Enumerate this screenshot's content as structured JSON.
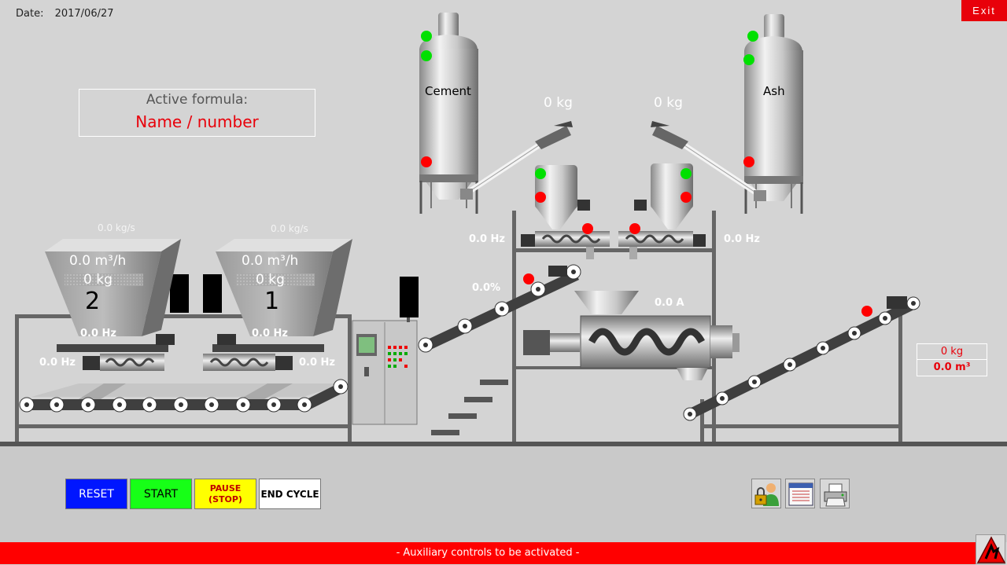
{
  "header": {
    "date_label": "Date:",
    "date_value": "2017/06/27",
    "exit_label": "Exit"
  },
  "formula": {
    "title": "Active formula:",
    "value": "Name / number"
  },
  "silos": [
    {
      "name": "Cement"
    },
    {
      "name": "Ash"
    }
  ],
  "weigh_hoppers": [
    {
      "weight": "0 kg"
    },
    {
      "weight": "0 kg"
    }
  ],
  "screws": {
    "left_freq": "0.0 Hz",
    "right_freq": "0.0 Hz"
  },
  "incline_conveyor": {
    "percent": "0.0%"
  },
  "mixer": {
    "current": "0.0 A"
  },
  "aggregate_hoppers": [
    {
      "number": "2",
      "flow_rate": "0.0 kg/s",
      "volume_rate": "0.0 m³/h",
      "weight": "0 kg",
      "belt_freq": "0.0 Hz",
      "screw_freq": "0.0 Hz"
    },
    {
      "number": "1",
      "flow_rate": "0.0 kg/s",
      "volume_rate": "0.0 m³/h",
      "weight": "0 kg",
      "belt_freq": "0.0 Hz",
      "screw_freq": "0.0 Hz"
    }
  ],
  "output": {
    "weight": "0 kg",
    "volume": "0.0 m³"
  },
  "controls": {
    "reset": "RESET",
    "start": "START",
    "pause_line1": "PAUSE",
    "pause_line2": "(STOP)",
    "end_cycle": "END CYCLE"
  },
  "status_bar": {
    "message": "- Auxiliary controls to be activated -"
  },
  "colors": {
    "status_on": "#00e000",
    "status_off": "#ff0000",
    "alarm": "#ff0000"
  }
}
